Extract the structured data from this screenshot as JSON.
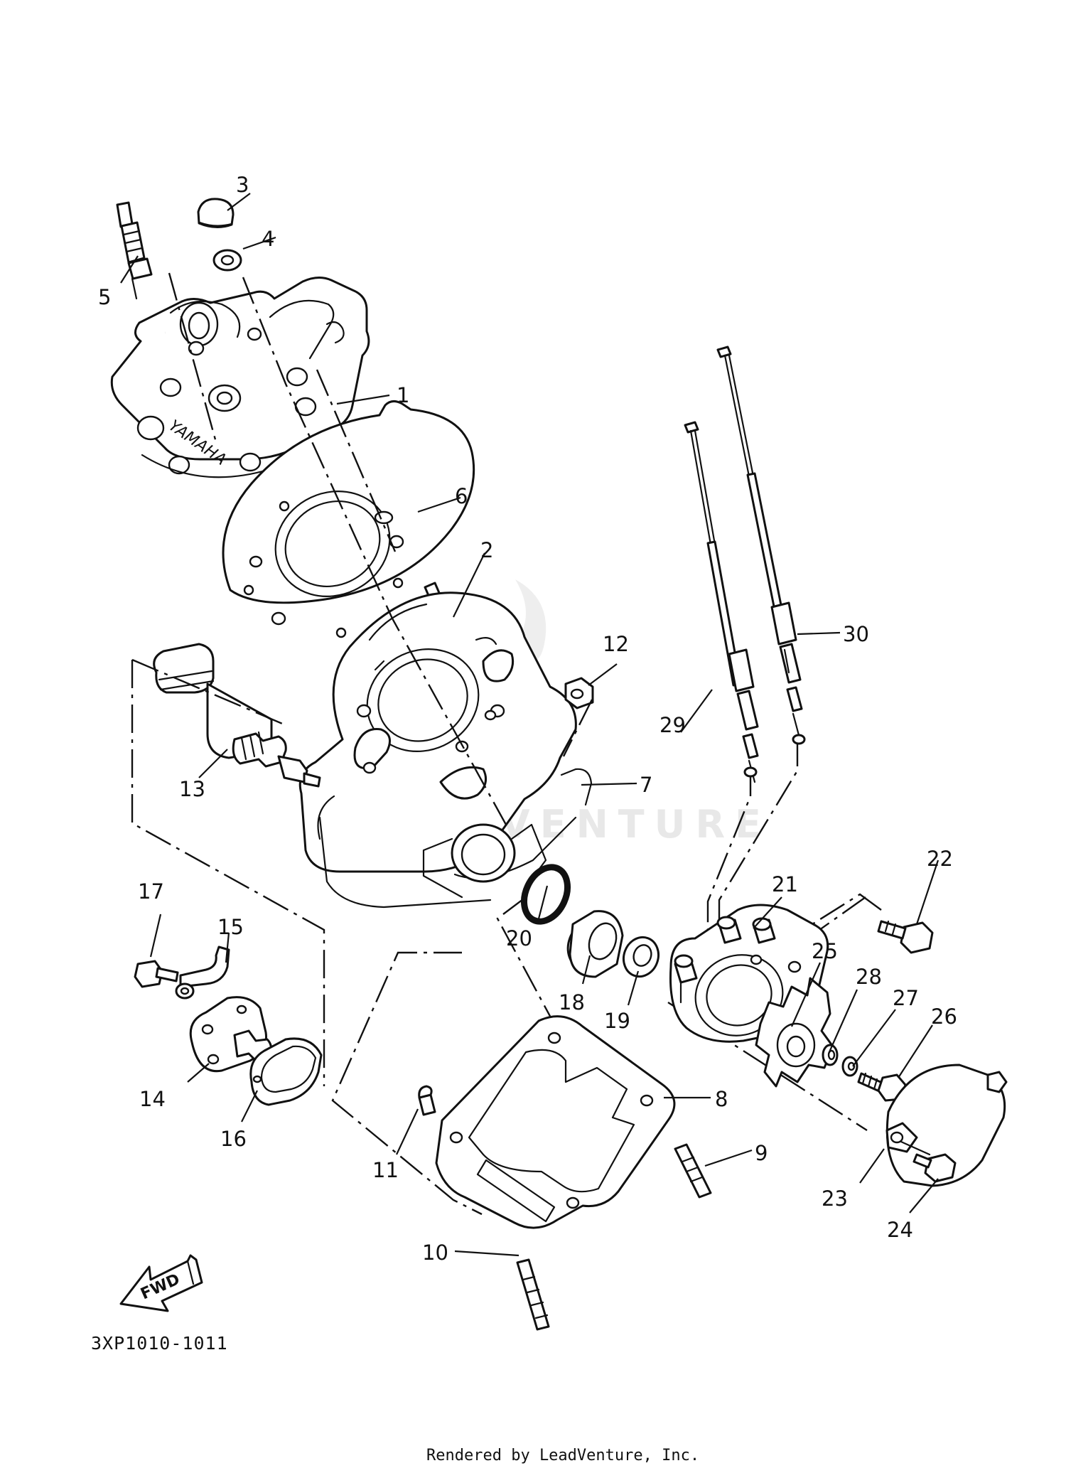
{
  "diagram": {
    "brand_text": "YAMAHA",
    "fwd_label": "FWD",
    "part_code": "3XP1010-1011",
    "watermark_text": "LEADVENTURE",
    "footer_text": "Rendered by LeadVenture, Inc.",
    "callouts": [
      "1",
      "2",
      "3",
      "4",
      "5",
      "6",
      "7",
      "8",
      "9",
      "10",
      "11",
      "12",
      "13",
      "14",
      "15",
      "16",
      "17",
      "18",
      "19",
      "20",
      "21",
      "22",
      "23",
      "24",
      "25",
      "26",
      "27",
      "28",
      "29",
      "30"
    ]
  }
}
